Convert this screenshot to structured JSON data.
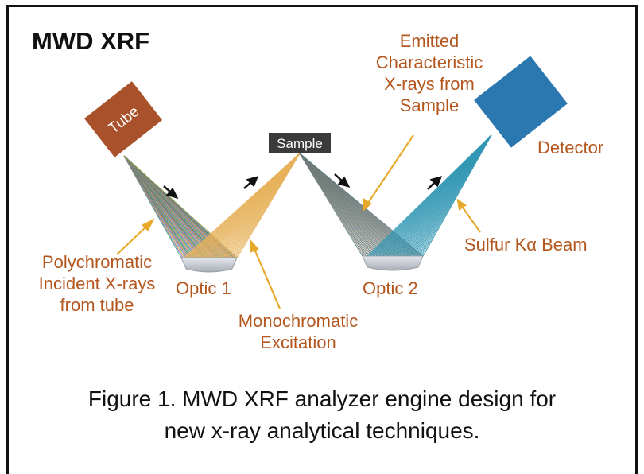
{
  "title": "MWD XRF",
  "labels": {
    "tube": "Tube",
    "sample": "Sample",
    "emitted_line1": "Emitted",
    "emitted_line2": "Characteristic",
    "emitted_line3": "X-rays from",
    "emitted_line4": "Sample",
    "detector": "Detector",
    "polychromatic_line1": "Polychromatic",
    "polychromatic_line2": "Incident X-rays",
    "polychromatic_line3": "from tube",
    "optic1": "Optic 1",
    "monochromatic_line1": "Monochromatic",
    "monochromatic_line2": "Excitation",
    "optic2": "Optic 2",
    "sulfur_beam": "Sulfur Kα Beam"
  },
  "caption": {
    "line1": "Figure 1. MWD XRF analyzer engine design for",
    "line2": "new x-ray analytical techniques."
  },
  "colors": {
    "label_orange": "#b4571f",
    "tube": "#a8512a",
    "detector": "#2b78b0",
    "arrow_yellow": "#e7a92c",
    "optic": "#c9cdd4",
    "sample_box": "#3b3b3b"
  }
}
